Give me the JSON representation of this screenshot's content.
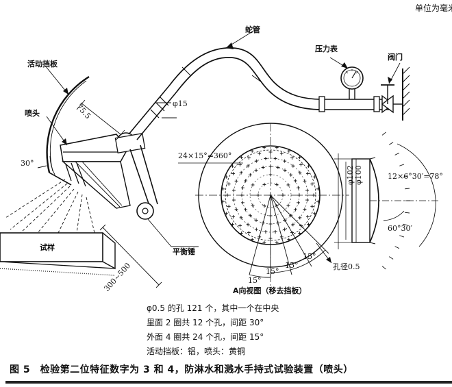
{
  "header": {
    "unit_label": "单位为毫米"
  },
  "labels": {
    "snake_pipe": "蛇管",
    "pressure_gauge": "压力表",
    "valve": "阀门",
    "movable_baffle": "活动挡板",
    "nozzle": "喷头",
    "specimen": "试样",
    "counterweight": "平衡锤",
    "view_a": "A向视图（移去挡板）",
    "hole_diameter": "孔径0.5"
  },
  "dimensions": {
    "arm_length": "75.5",
    "pipe_diameter": "φ15",
    "spray_angle": "30°",
    "distance": "300~500",
    "hole_angle_equation": "24×15°=360°",
    "outer_diameter": "φ102",
    "inner_diameter": "φ100",
    "side_angle_equation": "12×6°30′=78°",
    "side_angle": "60°30′",
    "sector_15_a": "15°",
    "sector_15_b": "15°",
    "sector_15_c": "15°",
    "sector_15_d": "15°"
  },
  "notes": [
    "φ0.5 的孔 121 个，其中一个在中央",
    "里面 2 圈共 12 个孔，间距 30°",
    "外面 4 圈共 24 个孔，间距 15°",
    "活动挡板：铝，喷头：黄铜"
  ],
  "caption": "图 5　检验第二位特征数字为 3 和 4，防淋水和溅水手持式试验装置（喷头）"
}
